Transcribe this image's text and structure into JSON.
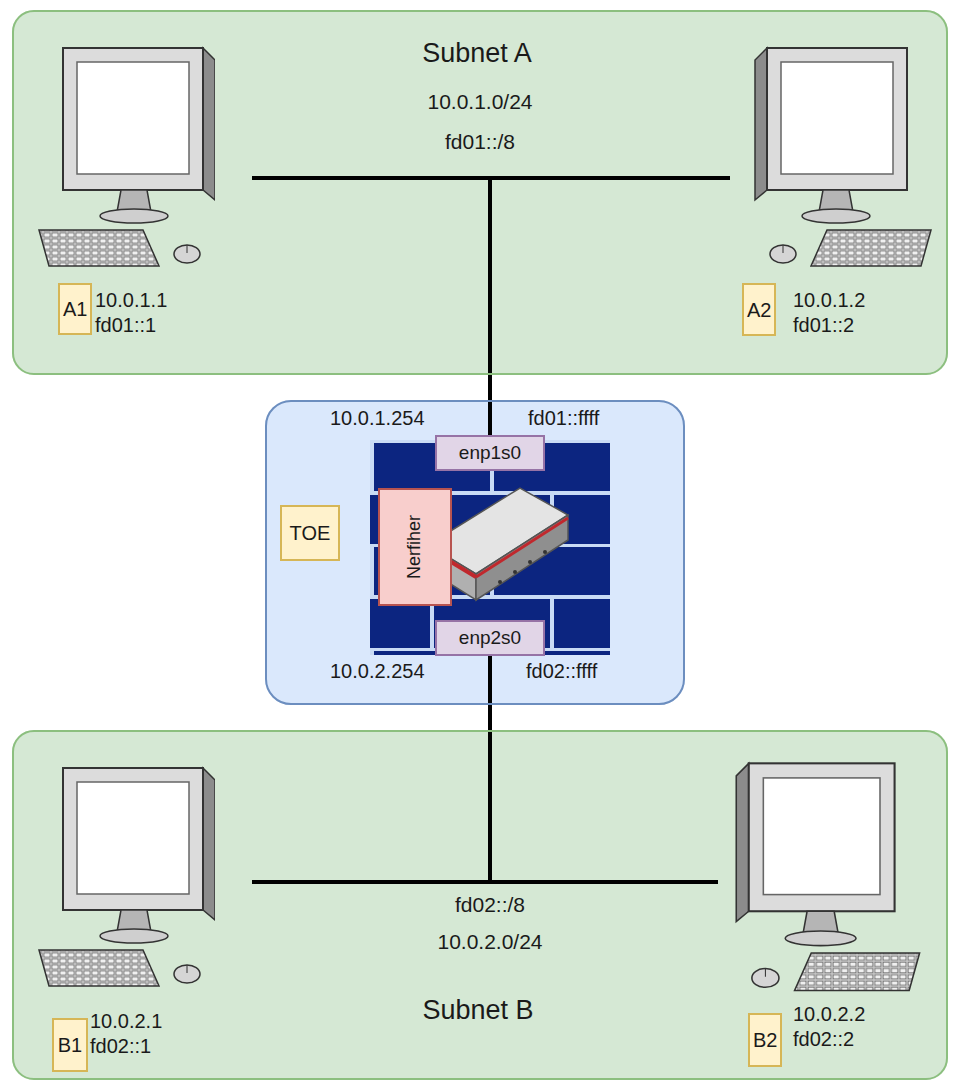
{
  "diagram": {
    "nodes": [
      {
        "text": [
          "Subnet A",
          "10.0.1.0/24",
          "fd01::/8"
        ]
      },
      {
        "text": [
          "A1"
        ],
        "in": 0
      },
      {
        "text": [
          "A2"
        ],
        "in": 0
      },
      {
        "text": [
          "10.0.1.254",
          "fd01::ffff",
          "10.0.2.254",
          "fd02::ffff"
        ]
      },
      {
        "text": [
          "enp1s0"
        ],
        "in": 3
      },
      {
        "text": [
          "TOE"
        ],
        "in": 3
      },
      {
        "text": [
          "Nerfiher"
        ],
        "in": 3
      },
      {
        "text": [
          "enp2s0"
        ],
        "in": 3
      },
      {
        "text": [
          "fd02::/8",
          "10.0.2.0/24",
          "Subnet B"
        ]
      },
      {
        "text": [
          "B1"
        ],
        "in": 8
      },
      {
        "text": [
          "B2"
        ],
        "in": 8
      }
    ],
    "edges": [
      {
        "from": 0,
        "to": 4,
        "arrow": "none"
      },
      {
        "from": 7,
        "to": 8,
        "arrow": "none"
      }
    ],
    "labels": [
      "10.0.1.1",
      "fd01::1",
      "10.0.1.2",
      "fd01::2",
      "10.0.2.1",
      "fd02::1",
      "10.0.2.2",
      "fd02::2"
    ]
  }
}
